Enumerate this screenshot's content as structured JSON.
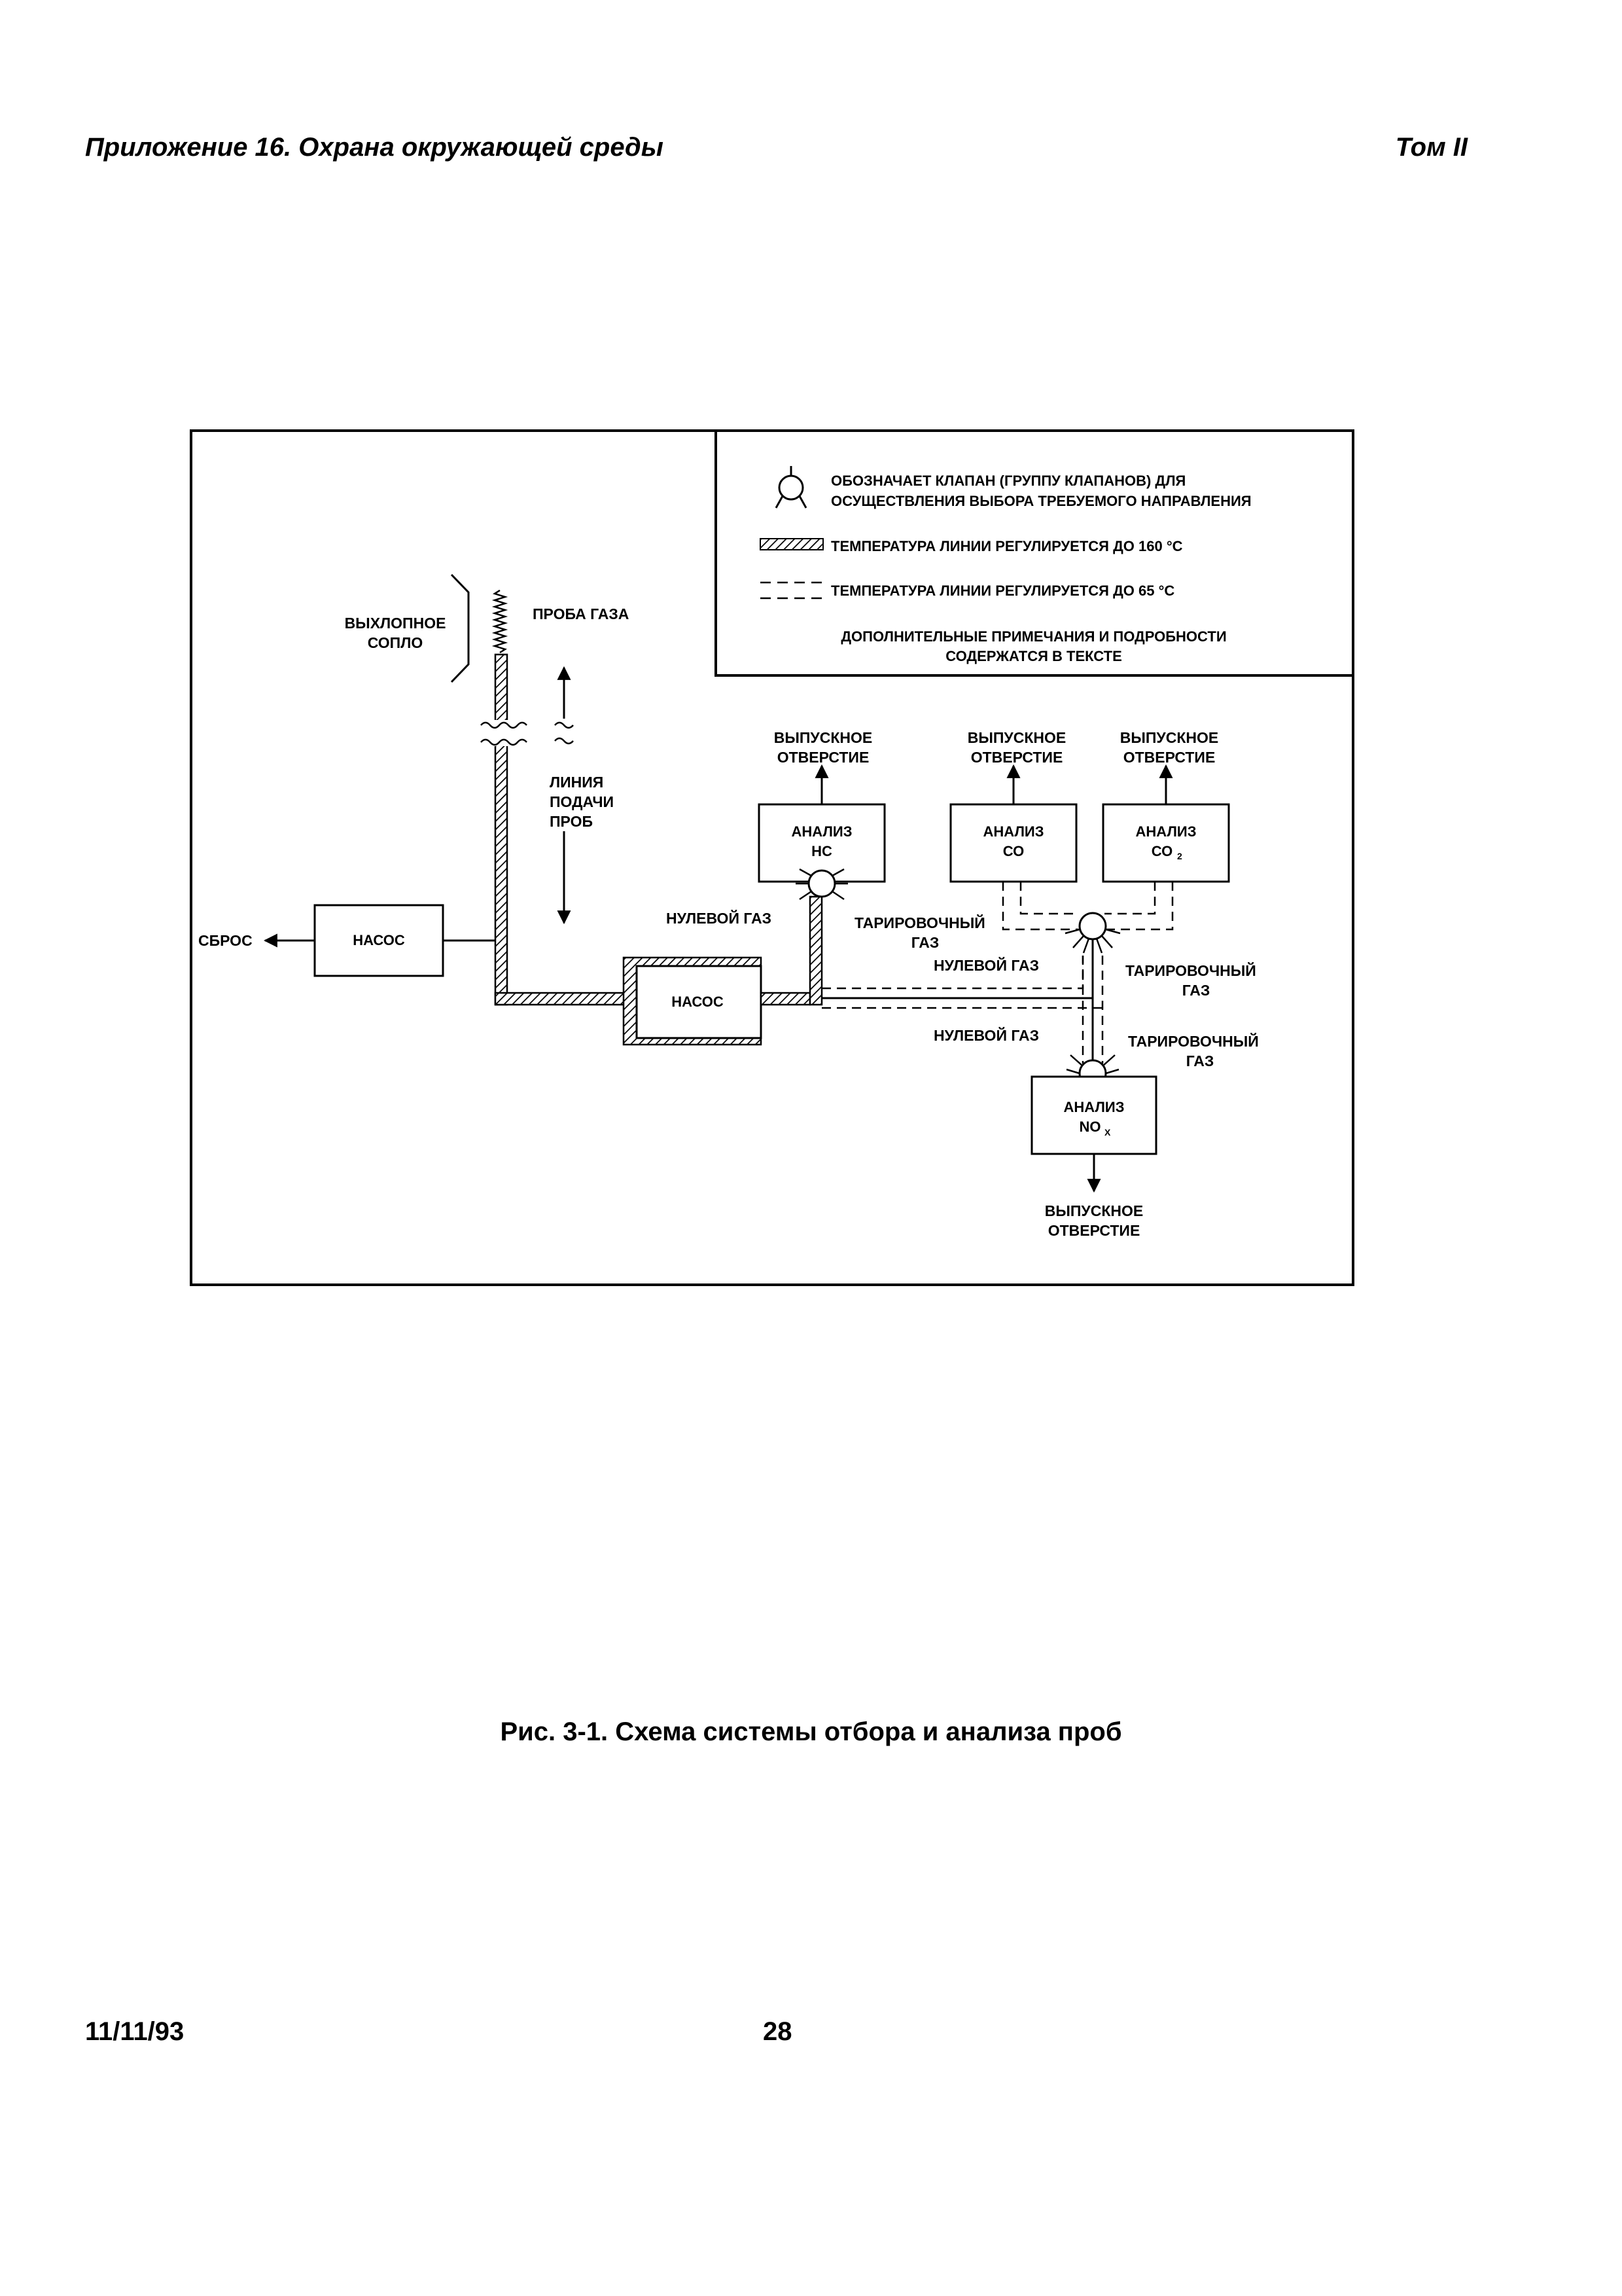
{
  "header": {
    "left": "Приложение 16. Охрана окружающей среды",
    "right": "Том II"
  },
  "legend": {
    "valve_line1": "ОБОЗНАЧАЕТ КЛАПАН (ГРУППУ КЛАПАНОВ) ДЛЯ",
    "valve_line2": "ОСУЩЕСТВЛЕНИЯ ВЫБОРА ТРЕБУЕМОГО НАПРАВЛЕНИЯ",
    "temp160": "ТЕМПЕРАТУРА ЛИНИИ РЕГУЛИРУЕТСЯ ДО 160 °С",
    "temp65": "ТЕМПЕРАТУРА ЛИНИИ РЕГУЛИРУЕТСЯ ДО 65 °С",
    "notes_line1": "ДОПОЛНИТЕЛЬНЫЕ ПРИМЕЧАНИЯ И ПОДРОБНОСТИ",
    "notes_line2": "СОДЕРЖАТСЯ В ТЕКСТЕ"
  },
  "diagram": {
    "nozzle_line1": "ВЫХЛОПНОЕ",
    "nozzle_line2": "СОПЛО",
    "probe": "ПРОБА ГАЗА",
    "feed_line1": "ЛИНИЯ",
    "feed_line2": "ПОДАЧИ",
    "feed_line3": "ПРОБ",
    "dump": "СБРОС",
    "pump": "НАСОС",
    "analyzer": "АНАЛИЗ",
    "hc": "НС",
    "co": "СО",
    "co2_main": "СО",
    "co2_sub": "2",
    "nox_main": "NO",
    "nox_sub": "X",
    "outlet_line1": "ВЫПУСКНОЕ",
    "outlet_line2": "ОТВЕРСТИЕ",
    "zero_gas": "НУЛЕВОЙ ГАЗ",
    "span_gas_line1": "ТАРИРОВОЧНЫЙ",
    "span_gas_line2": "ГАЗ"
  },
  "caption": "Рис. 3-1. Схема системы отбора и анализа проб",
  "footer": {
    "date": "11/11/93",
    "page": "28"
  }
}
